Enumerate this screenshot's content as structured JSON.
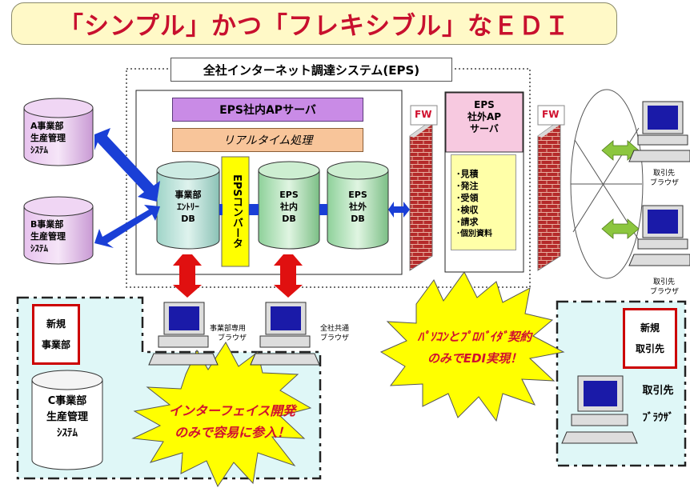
{
  "title": "「シンプル」かつ「フレキシブル」なＥＤＩ",
  "system_label": "全社インターネット調達システム(EPS)",
  "eps_internal_ap": "EPS社内APサーバ",
  "realtime": "リアルタイム処理",
  "converter": "EPSコンバータ",
  "db_entry": [
    "事業部",
    "ｴﾝﾄﾘｰ",
    "DB"
  ],
  "db_internal": [
    "EPS",
    "社内",
    "DB"
  ],
  "db_external": [
    "EPS",
    "社外",
    "DB"
  ],
  "fw_label": "FW",
  "external_ap": [
    "EPS",
    "社外AP",
    "サーバ"
  ],
  "functions": [
    "･見積",
    "･発注",
    "･受領",
    "･検収",
    "･請求",
    "･個別資料"
  ],
  "dept_a": [
    "A事業部",
    "生産管理",
    "ｼｽﾃﾑ"
  ],
  "dept_b": [
    "B事業部",
    "生産管理",
    "ｼｽﾃﾑ"
  ],
  "dept_c": [
    "C事業部",
    "生産管理",
    "ｼｽﾃﾑ"
  ],
  "dept_browser": [
    "事業部専用",
    "ブラウザ"
  ],
  "shared_browser": [
    "全社共通",
    "ブラウザ"
  ],
  "partner_browser": [
    "取引先",
    "ブラウザ"
  ],
  "new_dept": [
    "新規",
    "事業部"
  ],
  "new_partner": [
    "新規",
    "取引先"
  ],
  "partner_browser_large": [
    "取引先",
    "ﾌﾞﾗｳｻﾞ"
  ],
  "burst_left": [
    "インターフェイス開発",
    "のみで容易に参入！"
  ],
  "burst_right": [
    "ﾊﾟｿｺﾝとﾌﾟﾛﾊﾞｲﾀﾞ契約",
    "のみでEDI実現！"
  ],
  "colors": {
    "title_red": "#c8102e",
    "title_bg": "#fff9c7",
    "purple": "#c98be6",
    "orange": "#f8c59a",
    "yellow": "#ffff00",
    "brick": "#b52a2a",
    "arrow_blue": "#1a3fd6",
    "arrow_red": "#e01010",
    "arrow_green": "#8cc63f",
    "dashed_bg": "#dff7f7"
  }
}
